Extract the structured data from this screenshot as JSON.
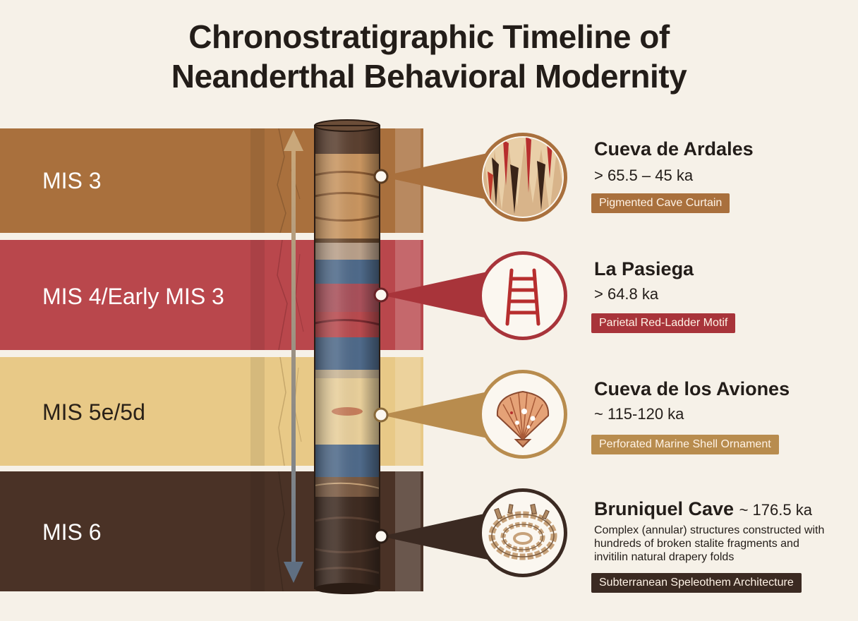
{
  "title_line1": "Chronostratigraphic Timeline of",
  "title_line2": "Neanderthal Behavioral Modernity",
  "bands": [
    {
      "label": "MIS 3",
      "color": "#a9703d"
    },
    {
      "label": "MIS 4/Early MIS 3",
      "color": "#b9474c"
    },
    {
      "label": "MIS 5e/5d",
      "color": "#e8c987"
    },
    {
      "label": "MIS 6",
      "color": "#4a3226"
    }
  ],
  "sites": [
    {
      "name": "Cueva de Ardales",
      "date": "> 65.5 – 45 ka",
      "badge": "Pigmented Cave Curtain",
      "color": "#a9703d",
      "icon": "cave-curtain-icon"
    },
    {
      "name": "La Pasiega",
      "date": "> 64.8 ka",
      "badge": "Parietal Red-Ladder Motif",
      "color": "#a8343a",
      "icon": "ladder-icon"
    },
    {
      "name": "Cueva de los Aviones",
      "date": "~ 115-120 ka",
      "badge": "Perforated Marine Shell Ornament",
      "color": "#b88c4e",
      "icon": "scallop-shell-icon"
    },
    {
      "name": "Bruniquel Cave",
      "date": "~ 176.5 ka",
      "description": "Complex (annular) structures constructed with hundreds of broken stalite fragments and invitilin natural drapery folds",
      "badge": "Subterranean Speleothem Architecture",
      "color": "#3b2a22",
      "icon": "speleothem-ring-icon"
    }
  ]
}
